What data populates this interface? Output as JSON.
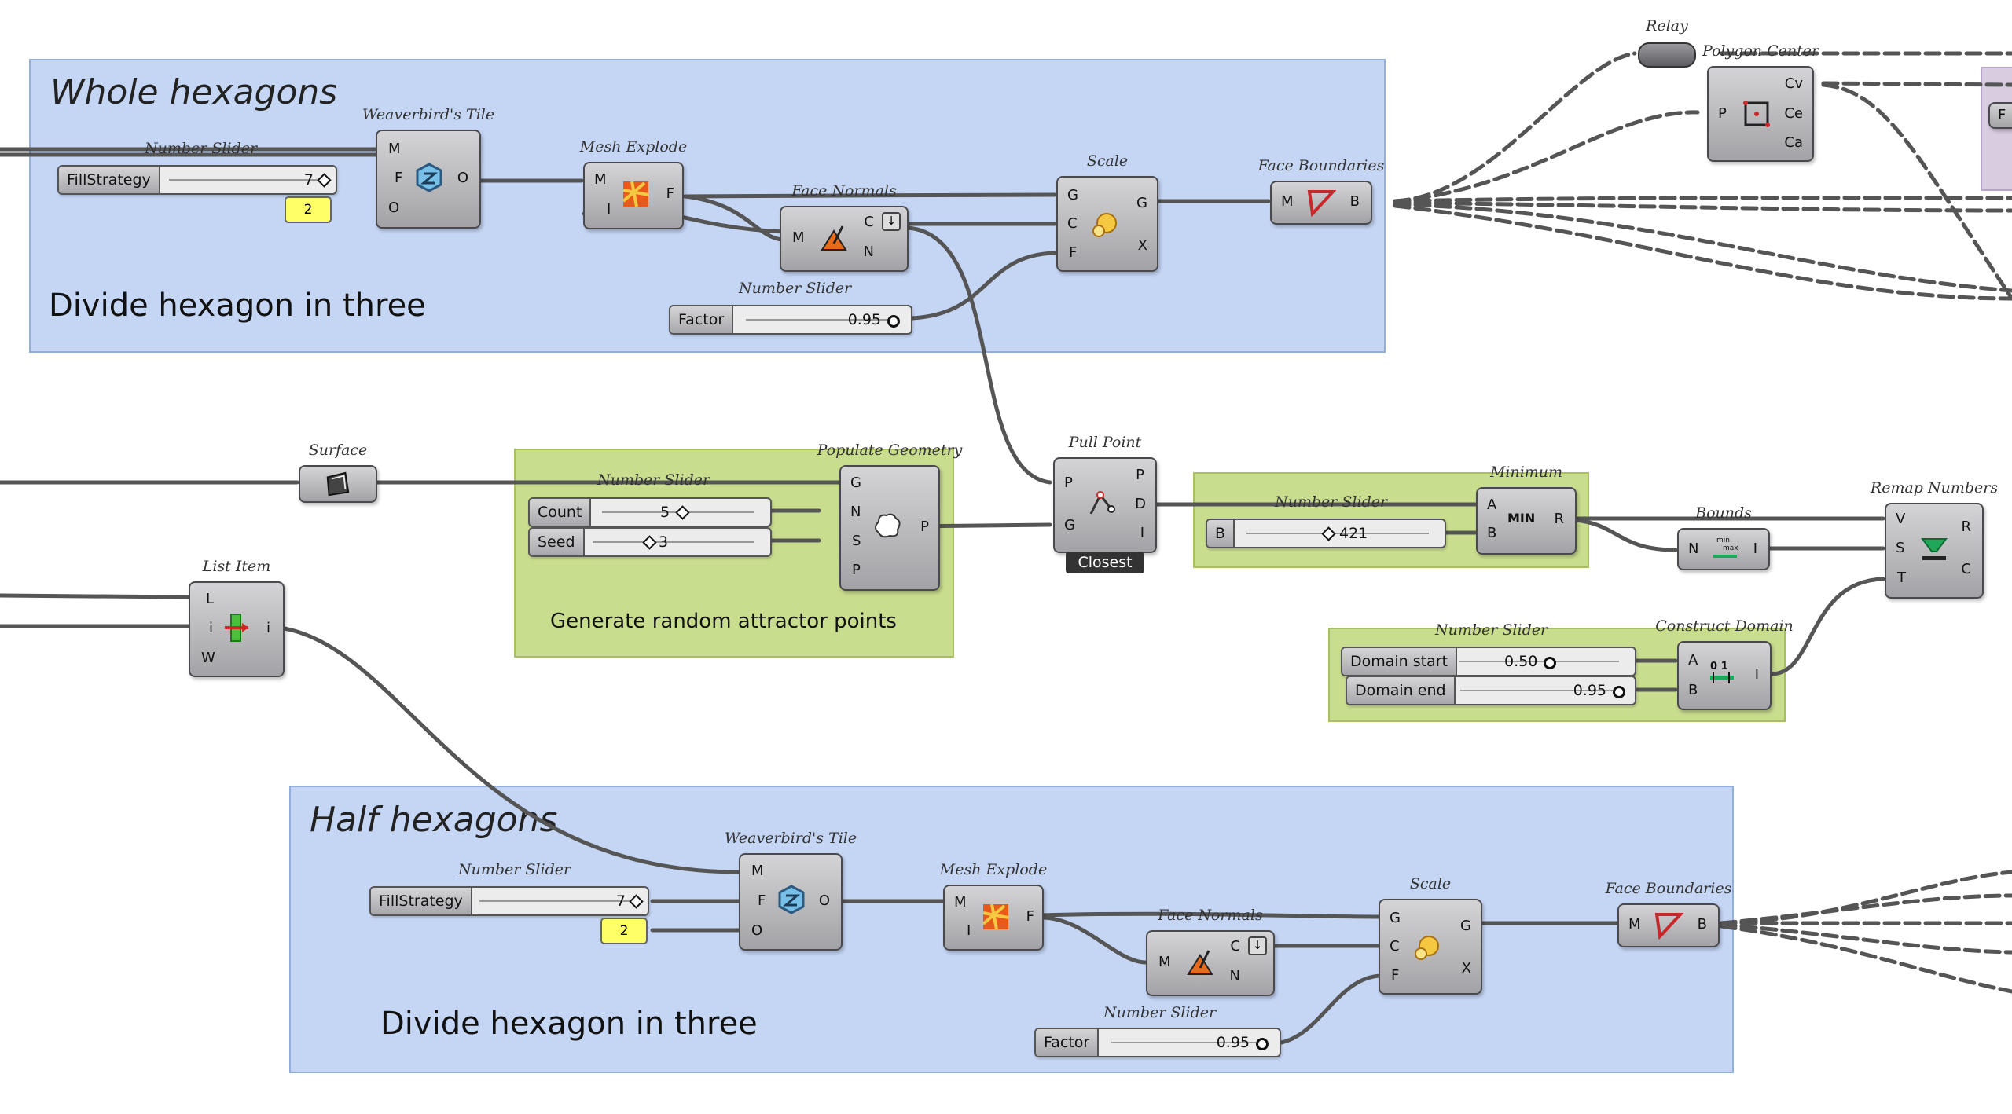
{
  "groups": {
    "whole": {
      "title": "Whole hexagons",
      "note": "Divide hexagon in three"
    },
    "attractors": {
      "note": "Generate random attractor points"
    },
    "half": {
      "title": "Half hexagons",
      "note": "Divide hexagon in three"
    }
  },
  "components": {
    "wb_tile_1": {
      "title": "Weaverbird's Tile",
      "inputs": [
        "M",
        "F",
        "O"
      ],
      "outputs": [
        "O"
      ]
    },
    "mesh_explode_1": {
      "title": "Mesh Explode",
      "inputs": [
        "M",
        "I"
      ],
      "outputs": [
        "F"
      ]
    },
    "face_normals_1": {
      "title": "Face Normals",
      "inputs": [
        "M"
      ],
      "outputs": [
        "C",
        "N"
      ]
    },
    "scale_1": {
      "title": "Scale",
      "inputs": [
        "G",
        "C",
        "F"
      ],
      "outputs": [
        "G",
        "X"
      ]
    },
    "face_boundaries_1": {
      "title": "Face Boundaries",
      "inputs": [
        "M"
      ],
      "outputs": [
        "B"
      ]
    },
    "relay": {
      "title": "Relay"
    },
    "polygon_center": {
      "title": "Polygon Center",
      "inputs": [
        "P"
      ],
      "outputs": [
        "Cv",
        "Ce",
        "Ca"
      ]
    },
    "surface": {
      "title": "Surface"
    },
    "populate_geometry": {
      "title": "Populate Geometry",
      "inputs": [
        "G",
        "N",
        "S",
        "P"
      ],
      "outputs": [
        "P"
      ]
    },
    "pull_point": {
      "title": "Pull Point",
      "inputs": [
        "P",
        "G"
      ],
      "outputs": [
        "P",
        "D",
        "I"
      ],
      "mode": "Closest"
    },
    "minimum": {
      "title": "Minimum",
      "inputs": [
        "A",
        "B"
      ],
      "outputs": [
        "R"
      ],
      "icon_text": "MIN"
    },
    "bounds": {
      "title": "Bounds",
      "inputs": [
        "N"
      ],
      "outputs": [
        "I"
      ]
    },
    "remap_numbers": {
      "title": "Remap Numbers",
      "inputs": [
        "V",
        "S",
        "T"
      ],
      "outputs": [
        "R",
        "C"
      ]
    },
    "construct_domain": {
      "title": "Construct Domain",
      "inputs": [
        "A",
        "B"
      ],
      "outputs": [
        "I"
      ]
    },
    "list_item": {
      "title": "List Item",
      "inputs": [
        "L",
        "i",
        "W"
      ],
      "outputs": [
        "i"
      ]
    },
    "wb_tile_2": {
      "title": "Weaverbird's Tile",
      "inputs": [
        "M",
        "F",
        "O"
      ],
      "outputs": [
        "O"
      ]
    },
    "mesh_explode_2": {
      "title": "Mesh Explode",
      "inputs": [
        "M",
        "I"
      ],
      "outputs": [
        "F"
      ]
    },
    "face_normals_2": {
      "title": "Face Normals",
      "inputs": [
        "M"
      ],
      "outputs": [
        "C",
        "N"
      ]
    },
    "scale_2": {
      "title": "Scale",
      "inputs": [
        "G",
        "C",
        "F"
      ],
      "outputs": [
        "G",
        "X"
      ]
    },
    "face_boundaries_2": {
      "title": "Face Boundaries",
      "inputs": [
        "M"
      ],
      "outputs": [
        "B"
      ]
    },
    "offscreen_stub": {
      "inputs": [
        "F"
      ]
    }
  },
  "sliders": {
    "fill_1": {
      "label": "Number Slider",
      "name": "FillStrategy",
      "value": "7"
    },
    "factor_1": {
      "label": "Number Slider",
      "name": "Factor",
      "value": "0.95"
    },
    "count": {
      "label": "Number Slider",
      "name": "Count",
      "value": "5"
    },
    "seed": {
      "name": "Seed",
      "value": "3"
    },
    "b": {
      "label": "Number Slider",
      "name": "B",
      "value": "421"
    },
    "domain_start": {
      "label": "Number Slider",
      "name": "Domain start",
      "value": "0.50"
    },
    "domain_end": {
      "name": "Domain end",
      "value": "0.95"
    },
    "fill_2": {
      "label": "Number Slider",
      "name": "FillStrategy",
      "value": "7"
    },
    "factor_2": {
      "label": "Number Slider",
      "name": "Factor",
      "value": "0.95"
    }
  },
  "panels": {
    "panel_1": "2",
    "panel_2": "2"
  },
  "colors": {
    "group_blue": "#c5d6f5",
    "group_green": "#c9dd8f",
    "group_purple": "#d8cce0",
    "panel_yellow": "#ffff66",
    "node_gray": "#b8b8bb",
    "wire": "#555555"
  }
}
